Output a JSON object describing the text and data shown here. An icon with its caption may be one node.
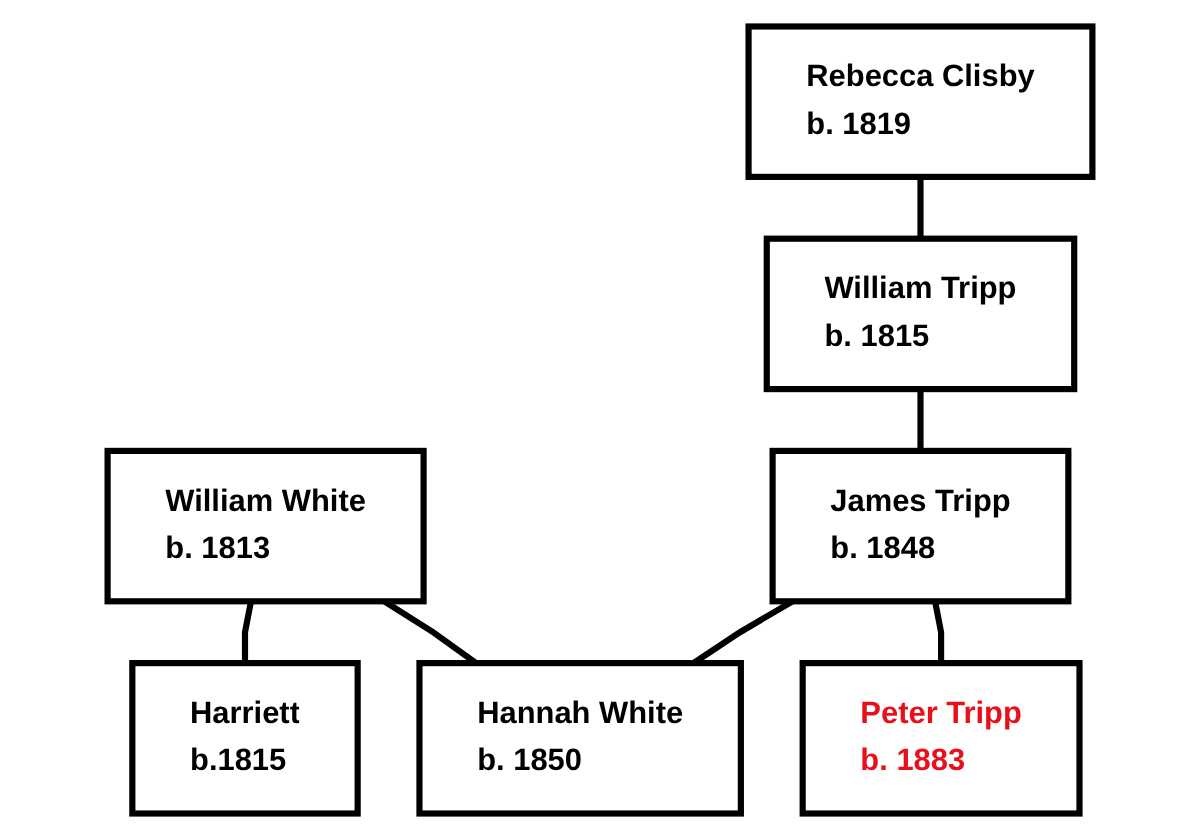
{
  "diagram": {
    "nodes": [
      {
        "text": [
          "Rebecca Clisby",
          "b. 1819"
        ]
      },
      {
        "text": [
          "William Tripp",
          "b. 1815"
        ]
      },
      {
        "text": [
          "William White",
          "b. 1813"
        ]
      },
      {
        "text": [
          "Harriett",
          "b.1815"
        ]
      },
      {
        "text": [
          "James Tripp",
          "b. 1848"
        ]
      },
      {
        "text": [
          "Hannah White",
          "b. 1850"
        ]
      },
      {
        "text": [
          "Peter Tripp",
          "b. 1883"
        ]
      }
    ],
    "edges": [
      {
        "from": 0,
        "to": 1,
        "arrow": "none"
      },
      {
        "from": 2,
        "to": 3,
        "arrow": "none"
      },
      {
        "from": 1,
        "to": 4,
        "arrow": "none"
      },
      {
        "from": 2,
        "to": 5,
        "arrow": "none"
      },
      {
        "from": 4,
        "to": 5,
        "arrow": "none"
      },
      {
        "from": 4,
        "to": 6,
        "arrow": "none"
      }
    ]
  }
}
